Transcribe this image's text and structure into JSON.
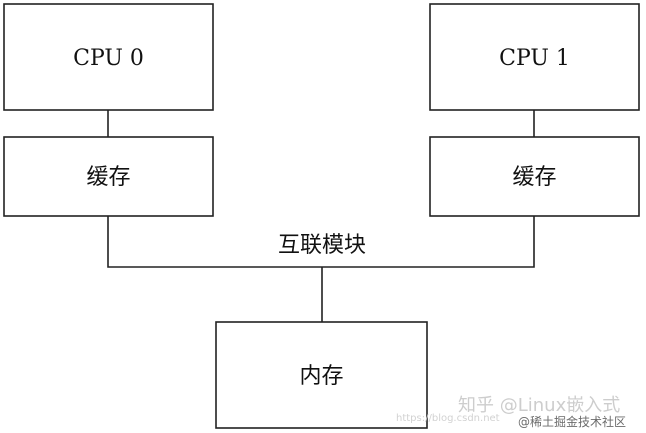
{
  "diagram": {
    "cpu0": {
      "label": "CPU 0"
    },
    "cpu1": {
      "label": "CPU 1"
    },
    "cache0": {
      "label": "缓存"
    },
    "cache1": {
      "label": "缓存"
    },
    "interconnect": {
      "label": "互联模块"
    },
    "memory": {
      "label": "内存"
    }
  },
  "watermark": {
    "zhihu_text": "知乎 @Linux嵌入式",
    "community_text": "@稀土掘金技术社区",
    "url_text": "https://blog.csdn.net"
  }
}
